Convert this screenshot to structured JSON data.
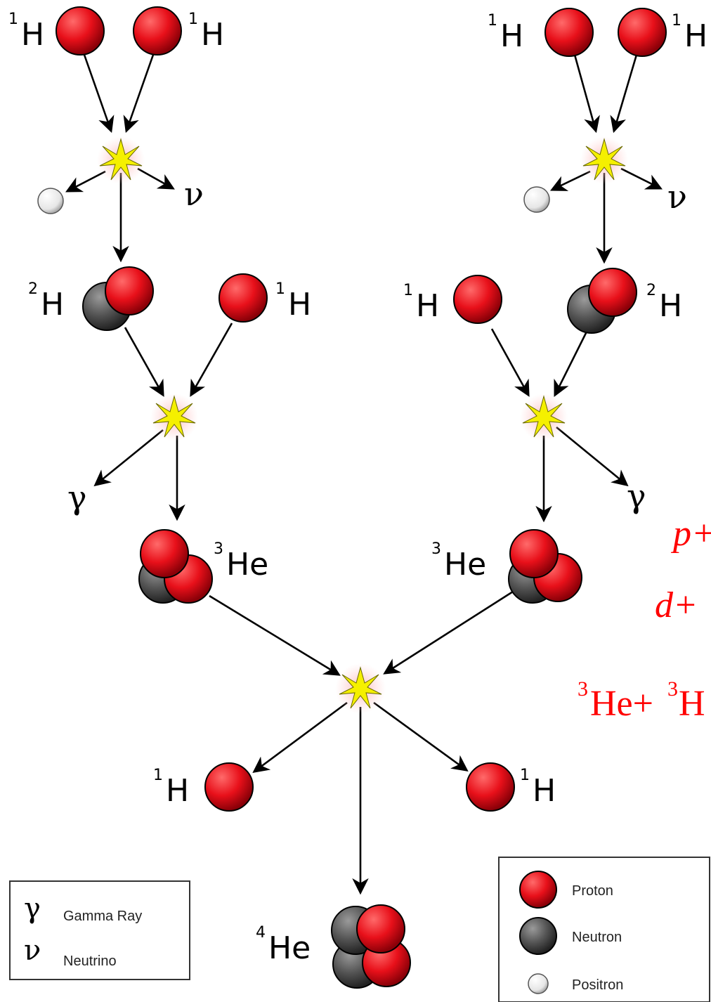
{
  "labels": {
    "h1": "H",
    "h2": "H",
    "he3": "He",
    "he4": "He",
    "sup1": "1",
    "sup2": "2",
    "sup3": "3",
    "sup4": "4",
    "gamma": "γ",
    "nu": "ν"
  },
  "equations": {
    "line1": "p+",
    "line2": "d+",
    "line3_he": "He+",
    "line3_sup": "3",
    "line3_tail": "H"
  },
  "legend_left": {
    "gamma_symbol": "γ",
    "gamma_label": "Gamma Ray",
    "nu_symbol": "ν",
    "nu_label": "Neutrino"
  },
  "legend_right": {
    "proton_label": "Proton",
    "neutron_label": "Neutron",
    "positron_label": "Positron"
  },
  "colors": {
    "proton": "#e8101a",
    "neutron": "#4a4a4a",
    "positron": "#f2f2f2",
    "spark": "#f5f000",
    "equation": "#ff0000"
  }
}
